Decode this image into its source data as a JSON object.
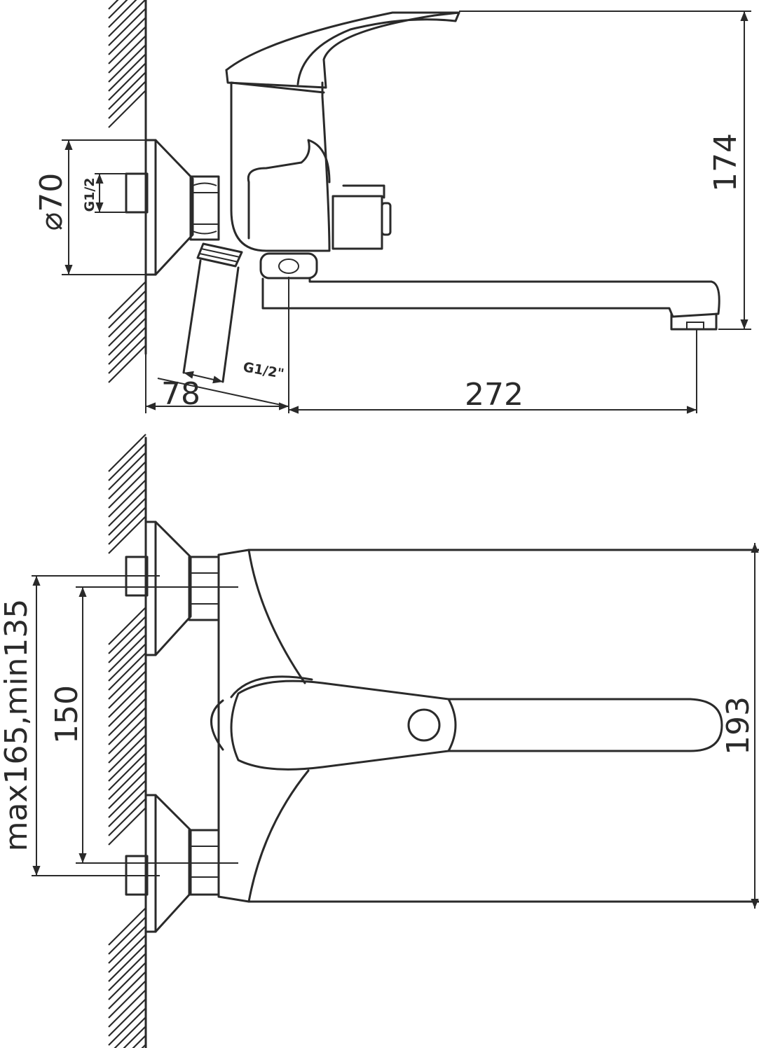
{
  "drawing": {
    "side_view": {
      "dim_height": "174",
      "dim_diameter": "⌀70",
      "dim_thread_wall": "G1/2",
      "dim_thread_hose": "G1/2\"",
      "dim_offset": "78",
      "dim_spout_reach": "272"
    },
    "front_view": {
      "dim_centers_range": "max165,min135",
      "dim_centers": "150",
      "dim_width": "193"
    }
  }
}
